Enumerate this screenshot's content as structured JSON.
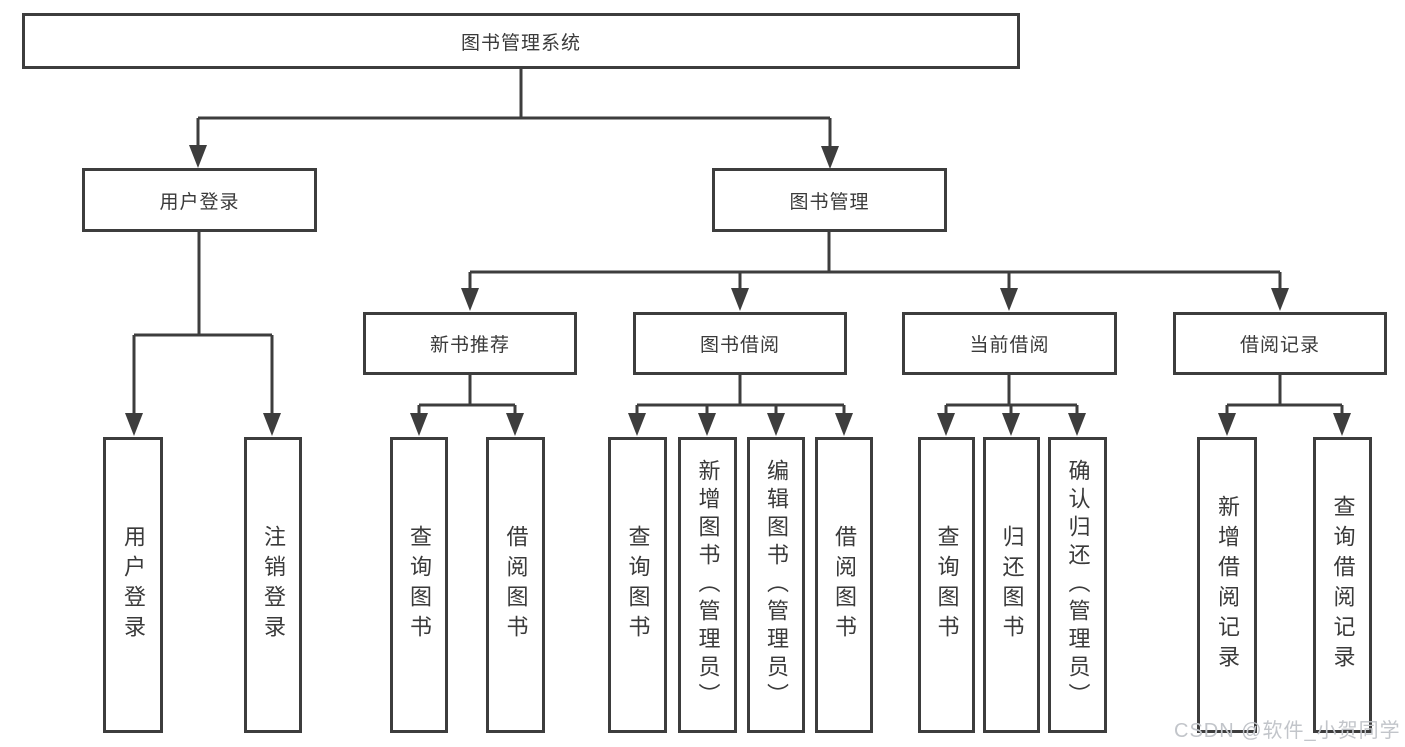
{
  "diagram": {
    "root": "图书管理系统",
    "branches": [
      {
        "label": "用户登录",
        "children": [
          {
            "label": "用户登录"
          },
          {
            "label": "注销登录"
          }
        ]
      },
      {
        "label": "图书管理",
        "children": [
          {
            "label": "新书推荐",
            "children": [
              {
                "label": "查询图书"
              },
              {
                "label": "借阅图书"
              }
            ]
          },
          {
            "label": "图书借阅",
            "children": [
              {
                "label": "查询图书"
              },
              {
                "label": "新增图书（管理员）"
              },
              {
                "label": "编辑图书（管理员）"
              },
              {
                "label": "借阅图书"
              }
            ]
          },
          {
            "label": "当前借阅",
            "children": [
              {
                "label": "查询图书"
              },
              {
                "label": "归还图书"
              },
              {
                "label": "确认归还（管理员）"
              }
            ]
          },
          {
            "label": "借阅记录",
            "children": [
              {
                "label": "新增借阅记录"
              },
              {
                "label": "查询借阅记录"
              }
            ]
          }
        ]
      }
    ]
  },
  "watermark": "CSDN @软件_小贺同学",
  "colors": {
    "line": "#3d3d3d",
    "text": "#3a3a3a",
    "watermark": "#c2c5ca",
    "background": "#ffffff"
  }
}
